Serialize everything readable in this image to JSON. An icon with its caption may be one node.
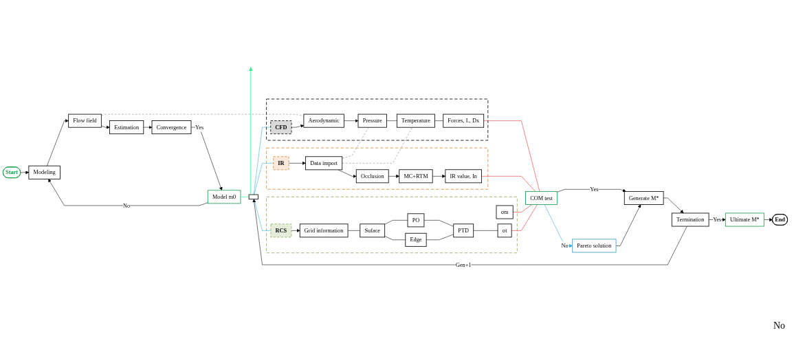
{
  "diagram": {
    "nodes": [
      {
        "text": [
          "Start"
        ]
      },
      {
        "text": [
          "Modeling"
        ]
      },
      {
        "text": [
          "Flow field"
        ]
      },
      {
        "text": [
          "Estimation"
        ]
      },
      {
        "text": [
          "Convergence"
        ]
      },
      {
        "text": [
          "Model m0"
        ]
      },
      {
        "text": [],
        "shape": "box"
      },
      {
        "text": [
          "CFD"
        ],
        "in": 6
      },
      {
        "text": [
          "Aerodynamic"
        ],
        "in": 6
      },
      {
        "text": [
          "Pressure"
        ],
        "in": 6
      },
      {
        "text": [
          "Temperature"
        ],
        "in": 6
      },
      {
        "text": [
          "Forces, L, Dx"
        ],
        "in": 6
      },
      {
        "text": [],
        "shape": "box"
      },
      {
        "text": [
          "IR"
        ],
        "in": 12
      },
      {
        "text": [
          "Data import"
        ],
        "in": 12
      },
      {
        "text": [
          "Occlusion"
        ],
        "in": 12
      },
      {
        "text": [
          "MC+RTM"
        ],
        "in": 12
      },
      {
        "text": [
          "IR value, In"
        ],
        "in": 12
      },
      {
        "text": [],
        "shape": "box"
      },
      {
        "text": [
          "RCS"
        ],
        "in": 18
      },
      {
        "text": [
          "Grid information"
        ],
        "in": 18
      },
      {
        "text": [
          "Suface"
        ],
        "in": 18
      },
      {
        "text": [
          "PO"
        ],
        "in": 18
      },
      {
        "text": [
          "Edge"
        ],
        "in": 18
      },
      {
        "text": [
          "PTD"
        ],
        "in": 18
      },
      {
        "text": [
          "σm"
        ],
        "in": 18
      },
      {
        "text": [
          "σt"
        ],
        "in": 18
      },
      {
        "text": [
          "COM test"
        ]
      },
      {
        "text": [
          "Pareto solution"
        ]
      },
      {
        "text": [
          "Generate M*"
        ]
      },
      {
        "text": [
          "Termination"
        ]
      },
      {
        "text": [
          "Ultimate M*"
        ]
      },
      {
        "text": [
          "End"
        ]
      },
      {
        "text": [],
        "shape": "bar"
      }
    ],
    "edges": [
      {
        "from": 0,
        "to": 1,
        "arrow": "to"
      },
      {
        "from": 1,
        "to": 2,
        "arrow": "to"
      },
      {
        "from": 2,
        "to": 3,
        "arrow": "to"
      },
      {
        "from": 3,
        "to": 4,
        "arrow": "to"
      },
      {
        "from": 4,
        "to": 5,
        "arrow": "to",
        "label": "Yes"
      },
      {
        "from": 5,
        "to": 1,
        "arrow": "to",
        "label": "No"
      },
      {
        "from": 5,
        "to": 33,
        "arrow": "none",
        "color": "#33ee88"
      },
      {
        "from": 33,
        "to": null,
        "arrow": "to",
        "color": "#33ee88"
      },
      {
        "from": 33,
        "to": 7,
        "arrow": "none",
        "color": "#22aadd"
      },
      {
        "from": 33,
        "to": 13,
        "arrow": "none",
        "color": "#22aadd"
      },
      {
        "from": 33,
        "to": 19,
        "arrow": "none",
        "color": "#22aadd"
      },
      {
        "from": 2,
        "to": 8,
        "arrow": "none",
        "style": "dashed",
        "color": "#808080"
      },
      {
        "from": 7,
        "to": 8,
        "arrow": "to"
      },
      {
        "from": 8,
        "to": 9,
        "arrow": "to"
      },
      {
        "from": 9,
        "to": 10,
        "arrow": "none"
      },
      {
        "from": 10,
        "to": 11,
        "arrow": "none"
      },
      {
        "from": 14,
        "to": 9,
        "arrow": "none",
        "style": "dashed",
        "color": "#808080"
      },
      {
        "from": 14,
        "to": 10,
        "arrow": "none",
        "style": "dashed",
        "color": "#808080"
      },
      {
        "from": 13,
        "to": 14,
        "arrow": "to"
      },
      {
        "from": 14,
        "to": 15,
        "arrow": "to"
      },
      {
        "from": 15,
        "to": 16,
        "arrow": "to"
      },
      {
        "from": 16,
        "to": 17,
        "arrow": "to"
      },
      {
        "from": 19,
        "to": 20,
        "arrow": "to"
      },
      {
        "from": 20,
        "to": 21,
        "arrow": "none"
      },
      {
        "from": 21,
        "to": 22,
        "arrow": "none"
      },
      {
        "from": 21,
        "to": 23,
        "arrow": "none"
      },
      {
        "from": 22,
        "to": 24,
        "arrow": "none"
      },
      {
        "from": 23,
        "to": 24,
        "arrow": "none"
      },
      {
        "from": 24,
        "to": 26,
        "arrow": "none"
      },
      {
        "from": 11,
        "to": 27,
        "arrow": "none",
        "color": "#e02020"
      },
      {
        "from": 17,
        "to": 27,
        "arrow": "none",
        "color": "#e02020"
      },
      {
        "from": 25,
        "to": 27,
        "arrow": "none",
        "color": "#e02020"
      },
      {
        "from": 26,
        "to": 27,
        "arrow": "none",
        "color": "#e02020"
      },
      {
        "from": 27,
        "to": 28,
        "arrow": "to",
        "label": "No",
        "color": "#22aadd"
      },
      {
        "from": 27,
        "to": 29,
        "arrow": "to",
        "label": "Yes"
      },
      {
        "from": 28,
        "to": 29,
        "arrow": "to"
      },
      {
        "from": 29,
        "to": 30,
        "arrow": "to"
      },
      {
        "from": 30,
        "to": 33,
        "arrow": "to",
        "label": "Gen+1"
      },
      {
        "from": 30,
        "to": 31,
        "arrow": "to",
        "label": "Yes"
      },
      {
        "from": 31,
        "to": 32,
        "arrow": "to"
      }
    ],
    "labels": [
      "No"
    ]
  }
}
